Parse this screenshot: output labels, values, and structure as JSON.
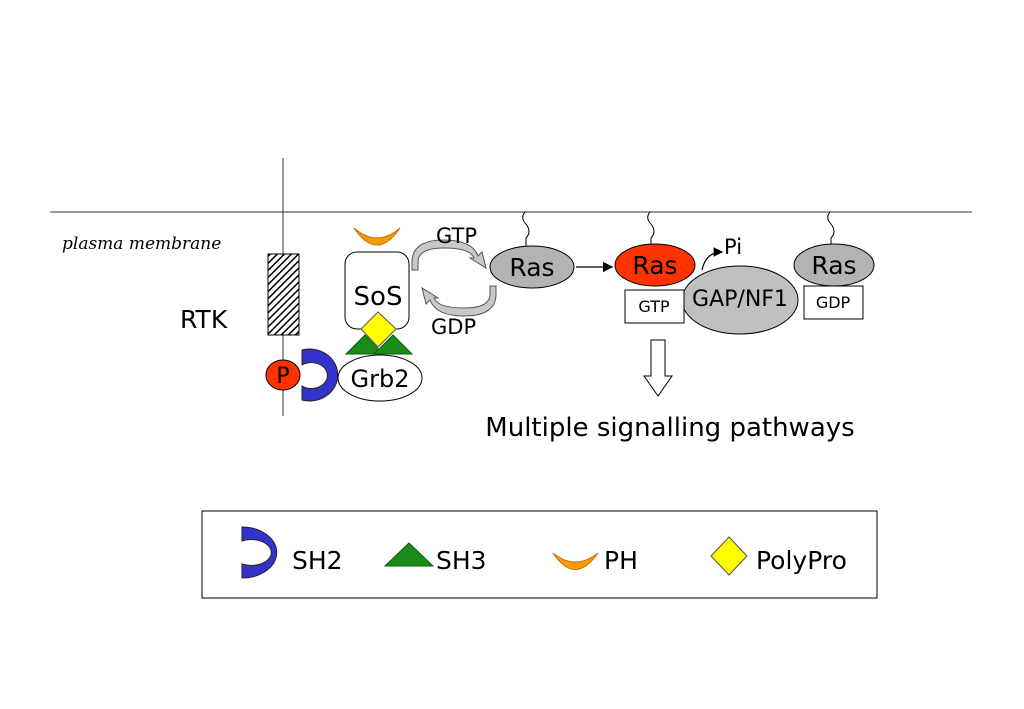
{
  "diagram": {
    "membrane_label": "plasma membrane",
    "receptor_label": "RTK",
    "phospho_label": "P",
    "adaptor_label": "Grb2",
    "gef_label": "SoS",
    "exchange_in_label": "GTP",
    "exchange_out_label": "GDP",
    "ras_inactive_label": "Ras",
    "ras_active_label": "Ras",
    "ras_final_label": "Ras",
    "gtp_box_label": "GTP",
    "gdp_box_label": "GDP",
    "gap_label": "GAP/NF1",
    "pi_label": "Pi",
    "downstream_label": "Multiple signalling pathways"
  },
  "legend": {
    "items": [
      {
        "label": "SH2",
        "icon": "sh2-domain-icon",
        "color": "#3333cc"
      },
      {
        "label": "SH3",
        "icon": "sh3-domain-icon",
        "color": "#1a8a1a"
      },
      {
        "label": "PH",
        "icon": "ph-domain-icon",
        "color": "#ff9900"
      },
      {
        "label": "PolyPro",
        "icon": "polypro-motif-icon",
        "color": "#ffff00"
      }
    ]
  },
  "colors": {
    "active_ras": "#ff3300",
    "inactive_ras": "#b3b3b3",
    "gap": "#c0c0c0",
    "exchange_arrows": "#c8c8c8"
  }
}
